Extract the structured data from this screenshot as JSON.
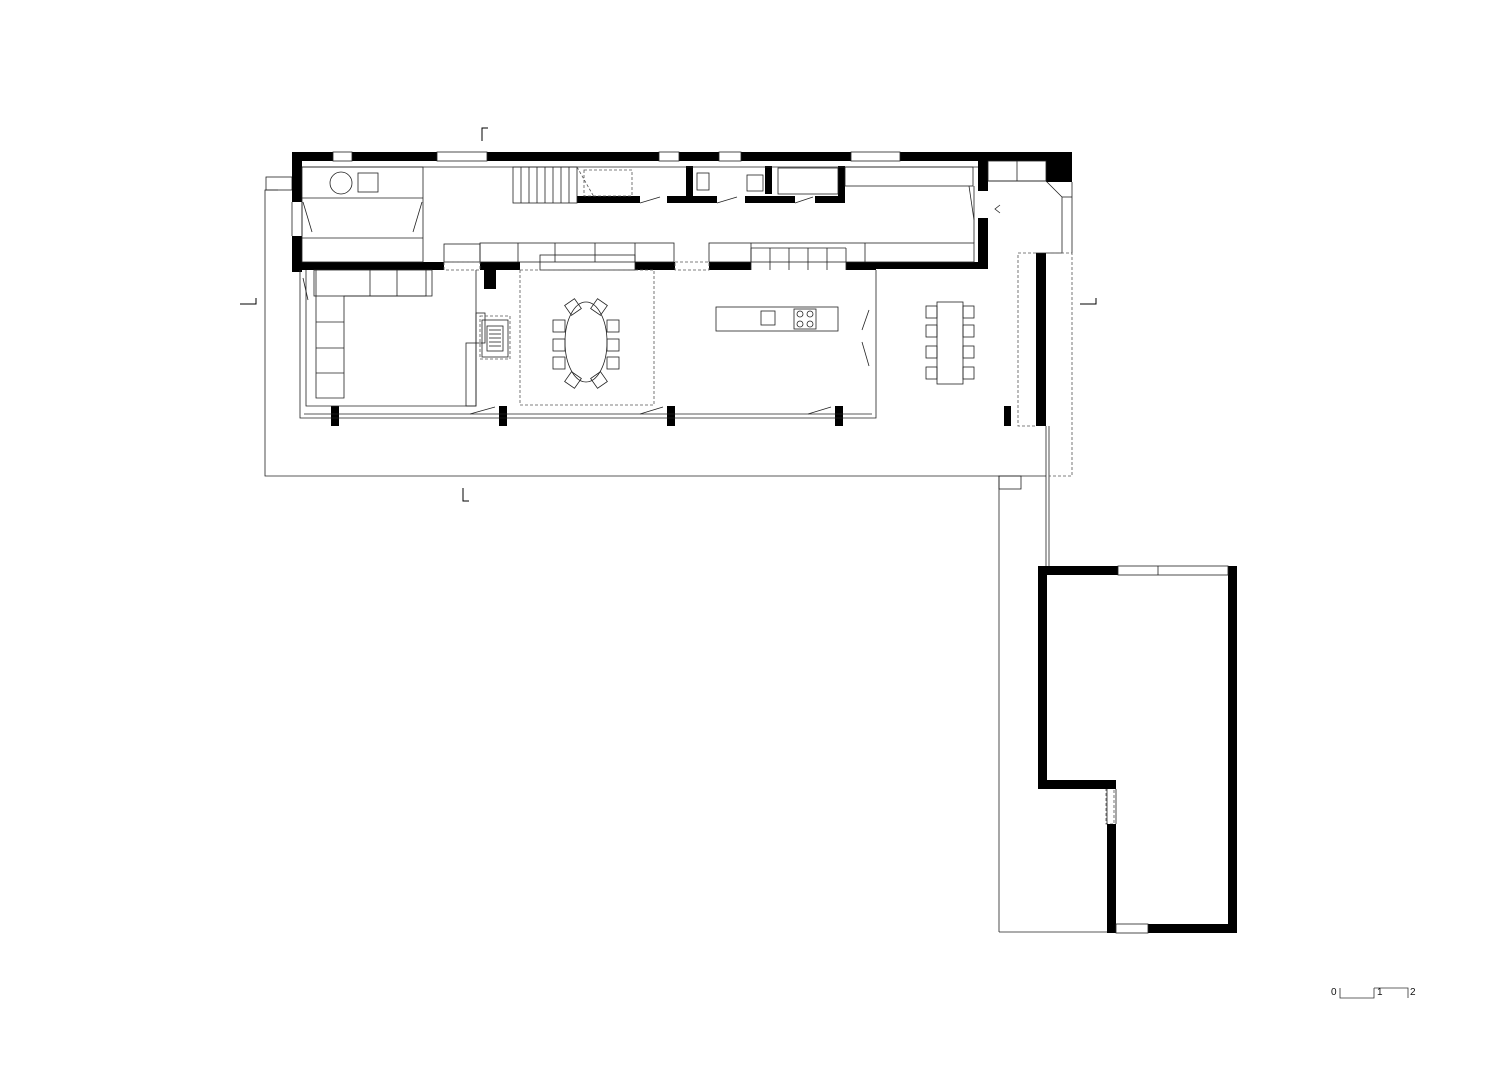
{
  "scale_bar": {
    "labels": [
      "0",
      "1",
      "2"
    ]
  },
  "colors": {
    "wall": "#000000",
    "line": "#222222",
    "hidden_line": "#555555",
    "background": "#ffffff"
  }
}
